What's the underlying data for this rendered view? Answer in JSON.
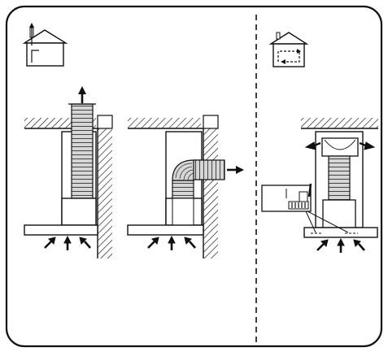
{
  "diagram": {
    "panels": [
      {
        "mode": "ducted-outlet",
        "icon": "house-vent-up-icon"
      },
      {
        "mode": "recirculation",
        "icon": "house-recirculate-icon"
      }
    ],
    "figures": [
      {
        "name": "vertical-exhaust-hood"
      },
      {
        "name": "wall-exhaust-hood"
      },
      {
        "name": "recirculation-hood"
      }
    ],
    "colors": {
      "ink": "#111111",
      "paper": "#ffffff",
      "duct_fill": "#d0d0d0",
      "filter_fill": "#f2f2f2"
    }
  }
}
